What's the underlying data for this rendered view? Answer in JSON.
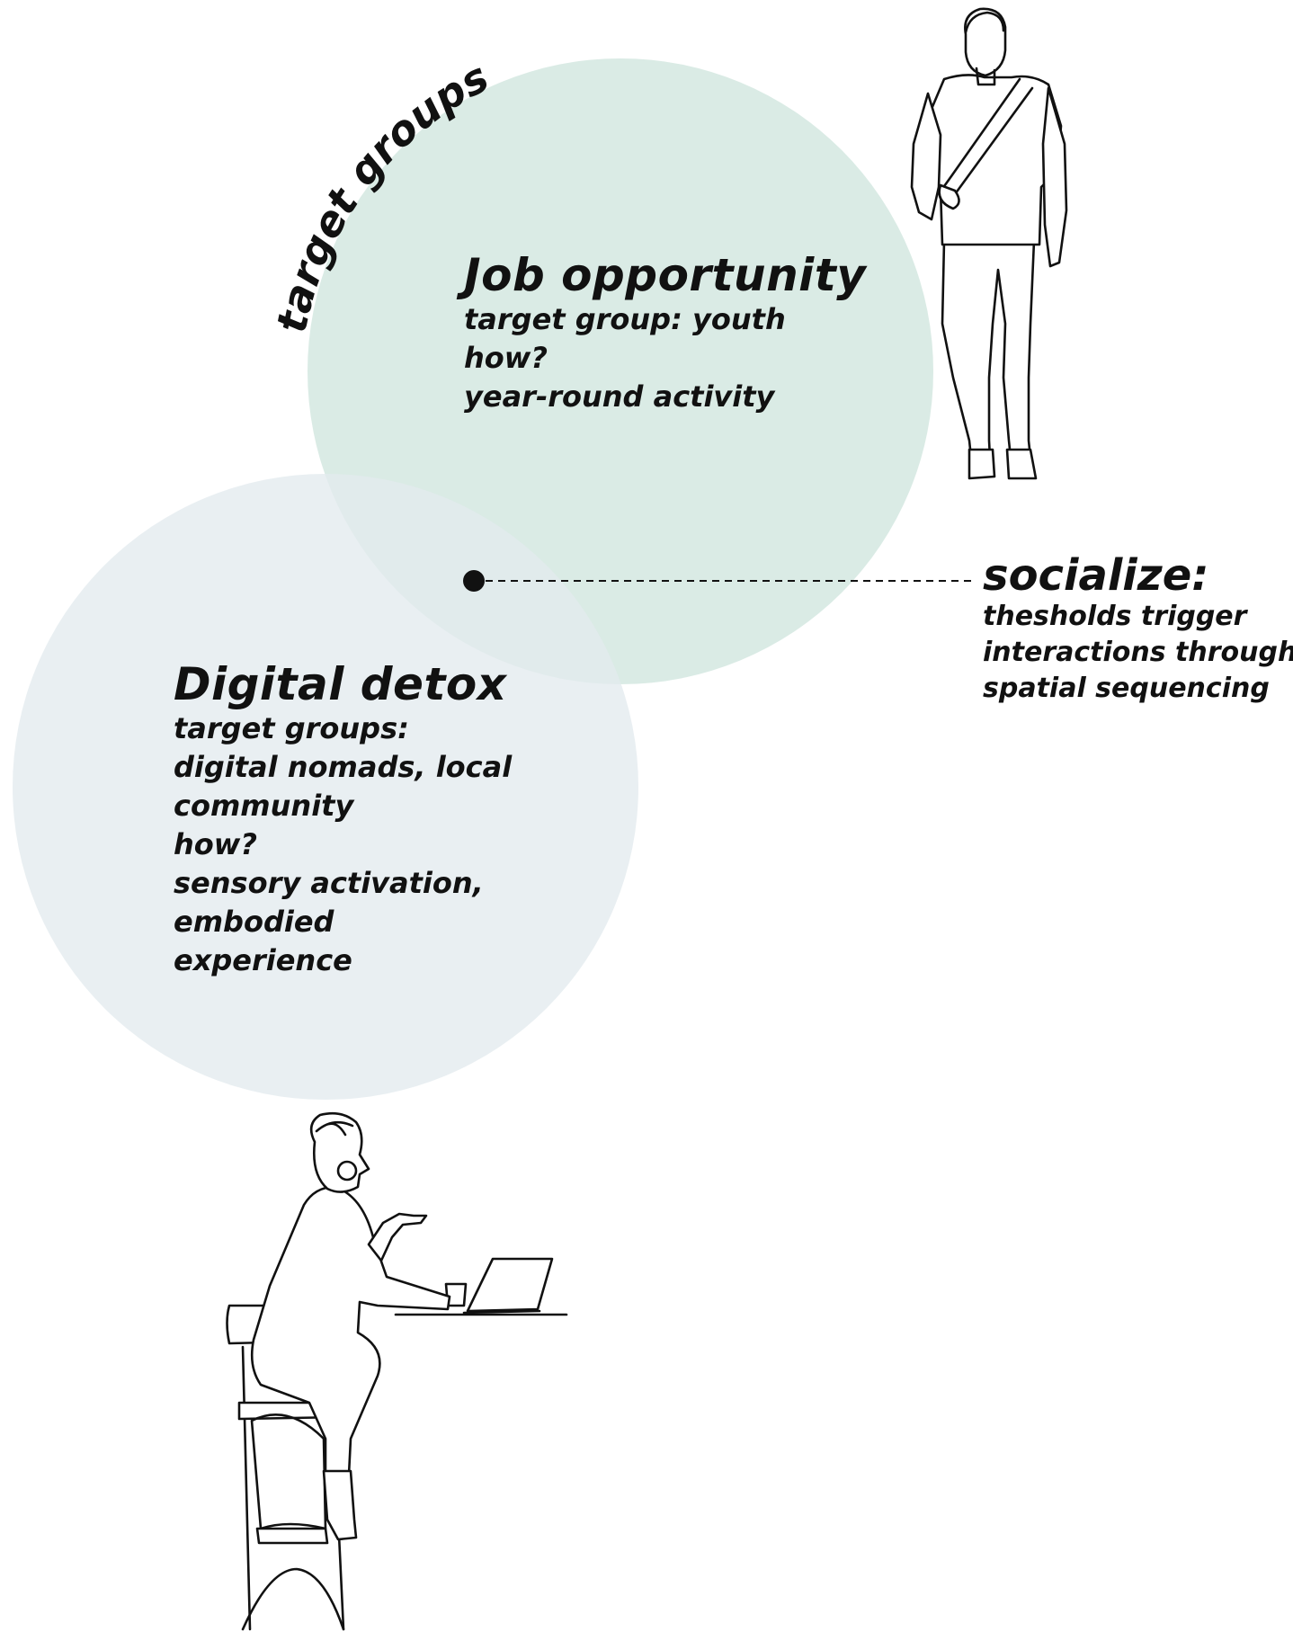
{
  "arc_label": "target groups",
  "colors": {
    "job_circle": "#d3e8e1",
    "detox_circle": "#e7eef0",
    "ink": "#111111"
  },
  "job_opportunity": {
    "title": "Job opportunity",
    "lines": [
      "target group: youth",
      "how?",
      "year-round activity"
    ]
  },
  "digital_detox": {
    "title": "Digital detox",
    "lines": [
      "target groups:",
      "digital nomads, local",
      "community",
      "how?",
      "sensory activation,",
      "embodied",
      "experience"
    ]
  },
  "socialize": {
    "title": "socialize:",
    "lines": [
      "thesholds trigger",
      "interactions through",
      "spatial sequencing"
    ]
  },
  "figures": [
    {
      "name": "walking-man-illustration"
    },
    {
      "name": "seated-woman-laptop-illustration"
    }
  ]
}
